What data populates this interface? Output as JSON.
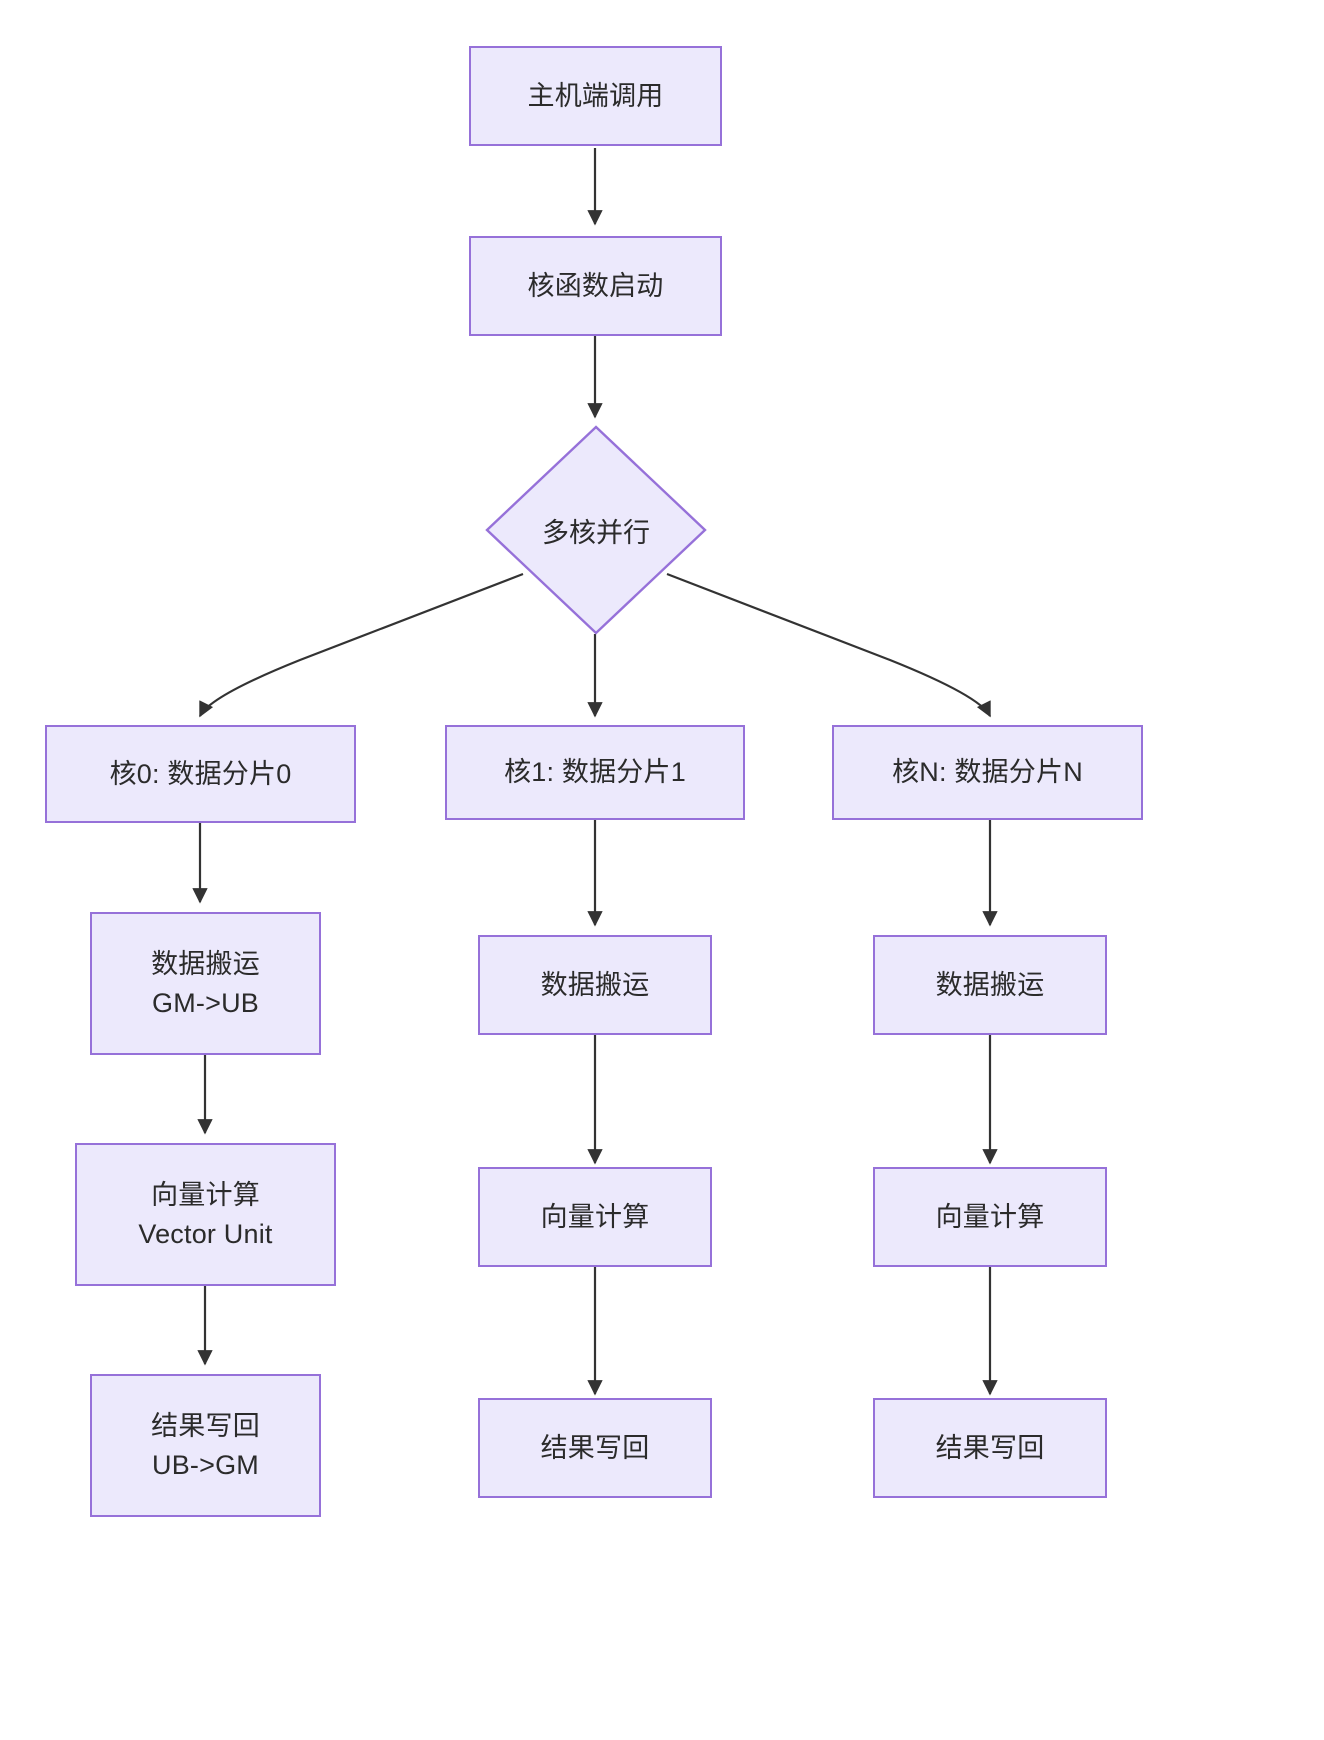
{
  "diagram": {
    "type": "flowchart",
    "direction": "top-down",
    "theme": {
      "node_fill": "#ece9fc",
      "node_border": "#9671d9",
      "text_color": "#2b2b2b",
      "edge_color": "#333333",
      "background": "#ffffff"
    },
    "nodes": [
      {
        "id": "host",
        "shape": "rect",
        "label": "主机端调用",
        "label_line1": "主机端调用",
        "label_line2": ""
      },
      {
        "id": "kernel",
        "shape": "rect",
        "label": "核函数启动",
        "label_line1": "核函数启动",
        "label_line2": ""
      },
      {
        "id": "parallel",
        "shape": "diamond",
        "label": "多核并行",
        "label_line1": "多核并行",
        "label_line2": ""
      },
      {
        "id": "core0",
        "shape": "rect",
        "label": "核0: 数据分片0",
        "label_line1": "核0: 数据分片0",
        "label_line2": ""
      },
      {
        "id": "core1",
        "shape": "rect",
        "label": "核1: 数据分片1",
        "label_line1": "核1: 数据分片1",
        "label_line2": ""
      },
      {
        "id": "coreN",
        "shape": "rect",
        "label": "核N: 数据分片N",
        "label_line1": "核N: 数据分片N",
        "label_line2": ""
      },
      {
        "id": "move0",
        "shape": "rect",
        "label": "数据搬运 GM->UB",
        "label_line1": "数据搬运",
        "label_line2": "GM->UB"
      },
      {
        "id": "vec0",
        "shape": "rect",
        "label": "向量计算 Vector Unit",
        "label_line1": "向量计算",
        "label_line2": "Vector Unit"
      },
      {
        "id": "write0",
        "shape": "rect",
        "label": "结果写回 UB->GM",
        "label_line1": "结果写回",
        "label_line2": "UB->GM"
      },
      {
        "id": "move1",
        "shape": "rect",
        "label": "数据搬运",
        "label_line1": "数据搬运",
        "label_line2": ""
      },
      {
        "id": "vec1",
        "shape": "rect",
        "label": "向量计算",
        "label_line1": "向量计算",
        "label_line2": ""
      },
      {
        "id": "write1",
        "shape": "rect",
        "label": "结果写回",
        "label_line1": "结果写回",
        "label_line2": ""
      },
      {
        "id": "moveN",
        "shape": "rect",
        "label": "数据搬运",
        "label_line1": "数据搬运",
        "label_line2": ""
      },
      {
        "id": "vecN",
        "shape": "rect",
        "label": "向量计算",
        "label_line1": "向量计算",
        "label_line2": ""
      },
      {
        "id": "writeN",
        "shape": "rect",
        "label": "结果写回",
        "label_line1": "结果写回",
        "label_line2": ""
      }
    ],
    "edges": [
      {
        "from": "host",
        "to": "kernel",
        "label": ""
      },
      {
        "from": "kernel",
        "to": "parallel",
        "label": ""
      },
      {
        "from": "parallel",
        "to": "core0",
        "label": ""
      },
      {
        "from": "parallel",
        "to": "core1",
        "label": ""
      },
      {
        "from": "parallel",
        "to": "coreN",
        "label": ""
      },
      {
        "from": "core0",
        "to": "move0",
        "label": ""
      },
      {
        "from": "move0",
        "to": "vec0",
        "label": ""
      },
      {
        "from": "vec0",
        "to": "write0",
        "label": ""
      },
      {
        "from": "core1",
        "to": "move1",
        "label": ""
      },
      {
        "from": "move1",
        "to": "vec1",
        "label": ""
      },
      {
        "from": "vec1",
        "to": "write1",
        "label": ""
      },
      {
        "from": "coreN",
        "to": "moveN",
        "label": ""
      },
      {
        "from": "moveN",
        "to": "vecN",
        "label": ""
      },
      {
        "from": "vecN",
        "to": "writeN",
        "label": ""
      }
    ]
  }
}
